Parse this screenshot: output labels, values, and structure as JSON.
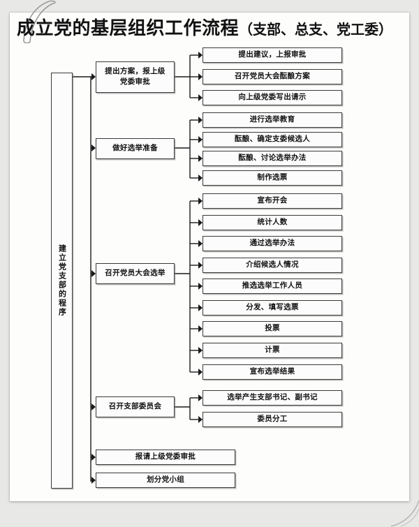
{
  "title": {
    "main": "成立党的基层组织工作流程",
    "sub": "（支部、总支、党工委）"
  },
  "root": {
    "label": "建立党支部的程序"
  },
  "colors": {
    "paper": "#fdfdfc",
    "page_background": "#e8e8e6",
    "box_border": "#3a3a3a",
    "box_fill": "#fcfcfc",
    "text": "#111111",
    "connector": "#1a1a1a"
  },
  "stages": [
    {
      "id": "stage-1",
      "label": "提出方案，报上级党委审批",
      "children": [
        "提出建议，上报审批",
        "召开党员大会酝酿方案",
        "向上级党委写出请示"
      ]
    },
    {
      "id": "stage-2",
      "label": "做好选举准备",
      "children": [
        "进行选举教育",
        "酝酿、确定支委候选人",
        "酝酿、讨论选举办法",
        "制作选票"
      ]
    },
    {
      "id": "stage-3",
      "label": "召开党员大会选举",
      "children": [
        "宣布开会",
        "统计人数",
        "通过选举办法",
        "介绍候选人情况",
        "推选选举工作人员",
        "分发、填写选票",
        "投票",
        "计票",
        "宣布选举结果"
      ]
    },
    {
      "id": "stage-4",
      "label": "召开支部委员会",
      "children": [
        "选举产生支部书记、副书记",
        "委员分工"
      ]
    }
  ],
  "terminal_steps": [
    "报请上级党委审批",
    "划分党小组"
  ]
}
